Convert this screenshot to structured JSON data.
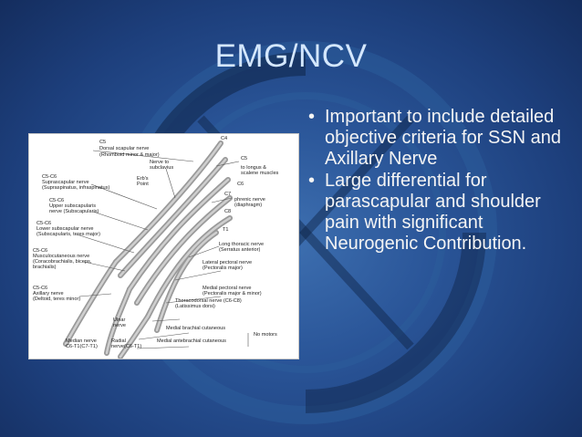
{
  "slide": {
    "title": "EMG/NCV",
    "bullets": [
      "Important to include detailed objective criteria for SSN and Axillary Nerve",
      "Large differential for parascapular and shoulder pain with significant Neurogenic Contribution."
    ]
  },
  "figure": {
    "labels": {
      "c5": "C5",
      "dorsal_scapular": "Dorsal scapular nerve",
      "rhomboid": "(Rhomboid minor & major)",
      "c4": "C4",
      "nerve_to": "Nerve to",
      "subclavius": "subclavius",
      "c5r": "C5",
      "to_longus": "to longus &",
      "scalene": "scalene muscles",
      "erbs": "Erb's",
      "point": "Point",
      "c5c6_a": "C5-C6",
      "suprascapular": "Suprascapular nerve",
      "supraspinatus": "(Supraspinatus, infraspinatus)",
      "c6": "C6",
      "c5c6_b": "C5-C6",
      "upper_subscap": "Upper subscapularis",
      "upper_subscap2": "nerve (Subscapularis)",
      "c7": "C7",
      "phrenic": "phrenic nerve",
      "diaphragm": "(diaphragm)",
      "c8": "C8",
      "c5c6_c": "C5-C6",
      "lower_subscap": "Lower subscapular nerve",
      "lower_subscap2": "(Subscapularis, teres major)",
      "t1": "T1",
      "c5c6_d": "C5-C6",
      "musculocutaneous": "Musculocutaneous nerve",
      "coracobrachialis": "(Coracobrachialis, biceps,",
      "brachialis": "brachialis)",
      "long_thoracic": "Long thoracic nerve",
      "serratus": "(Serratus anterior)",
      "lateral_pectoral": "Lateral pectoral nerve",
      "pectoralis_major": "(Pectoralis major)",
      "c5c6_e": "C5-C6",
      "axillary": "Axillary nerve",
      "deltoid": "(Deltoid, teres minor)",
      "medial_pectoral": "Medial pectoral nerve",
      "pectoralis_both": "(Pectoralis major & minor)",
      "thoracodorsal": "Thoracodorsal nerve (C6-C8)",
      "latissimus": "(Latissimus dorsi)",
      "ulnar": "Ulnar",
      "nerve": "nerve",
      "medial_brachial": "Medial brachial cutaneous",
      "no_motors": "No motors",
      "median": "Median nerve",
      "median_roots": "C6-T1(C7-T1)",
      "radial": "Radial",
      "radial_roots": "nerve(C6-T1)",
      "medial_antebrachial": "Medial antebrachial cutaneous"
    }
  }
}
